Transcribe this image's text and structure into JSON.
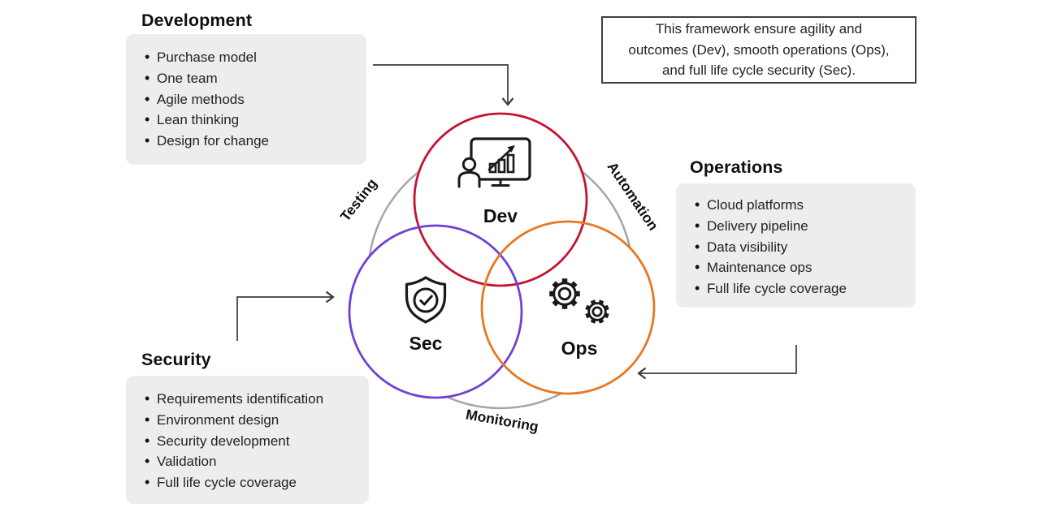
{
  "panels": {
    "development": {
      "title": "Development",
      "items": [
        "Purchase model",
        "One team",
        "Agile methods",
        "Lean thinking",
        "Design for change"
      ]
    },
    "operations": {
      "title": "Operations",
      "items": [
        "Cloud platforms",
        "Delivery pipeline",
        "Data visibility",
        "Maintenance ops",
        "Full life cycle coverage"
      ]
    },
    "security": {
      "title": "Security",
      "items": [
        "Requirements identification",
        "Environment design",
        "Security development",
        "Validation",
        "Full life cycle coverage"
      ]
    }
  },
  "note": {
    "lines": [
      "This framework ensure agility and",
      "outcomes (Dev), smooth operations (Ops),",
      "and full life cycle security (Sec)."
    ]
  },
  "venn": {
    "circles": {
      "dev": {
        "label": "Dev",
        "color": "#C51230",
        "icon": "monitor-growth-chart-icon"
      },
      "sec": {
        "label": "Sec",
        "color": "#6E42D3",
        "icon": "shield-check-icon"
      },
      "ops": {
        "label": "Ops",
        "color": "#E87722",
        "icon": "double-gears-icon"
      }
    },
    "ring": {
      "color": "#A6A6A6",
      "labels": {
        "testing": "Testing",
        "automation": "Automation",
        "monitoring": "Monitoring"
      }
    }
  },
  "colors": {
    "panel_bg": "#EDEDED",
    "arrow": "#3C3C3C",
    "note_border": "#3F3F3F",
    "icon_stroke": "#1A1A1A",
    "text": "#1C1C1C"
  }
}
